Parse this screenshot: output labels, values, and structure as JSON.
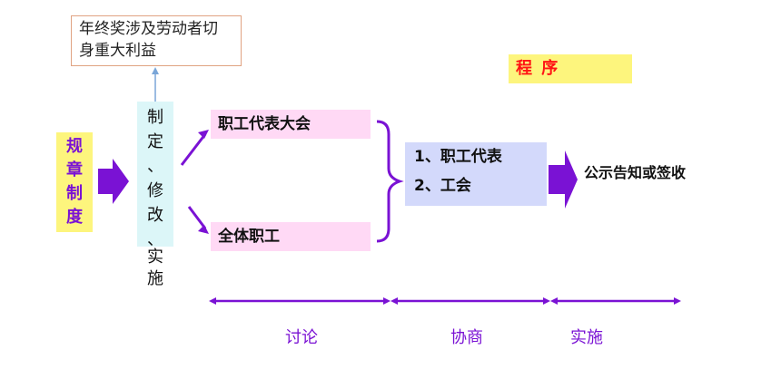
{
  "note": {
    "line1": "年终奖涉及劳动者切",
    "line2": "身重大利益"
  },
  "procedure_label": "程  序",
  "rules_chars": [
    "规",
    "章",
    "制",
    "度"
  ],
  "steps_chars": [
    "制",
    "定",
    "、",
    "修",
    "改",
    "、",
    "实",
    "施"
  ],
  "discussion": {
    "top": "职工代表大会",
    "bottom": "全体职工"
  },
  "negotiation": {
    "item1": "1、职工代表",
    "item2": "2、工会"
  },
  "result": "公示告知或签收",
  "phases": {
    "discuss": "讨论",
    "negotiate": "协商",
    "implement": "实施"
  },
  "colors": {
    "purple": "#7a12d4",
    "yellow": "#fdf57d",
    "pink": "#ffd9f5",
    "lavender": "#d3d9fb",
    "cyan": "#dcf6f8",
    "red": "#ff1414"
  }
}
